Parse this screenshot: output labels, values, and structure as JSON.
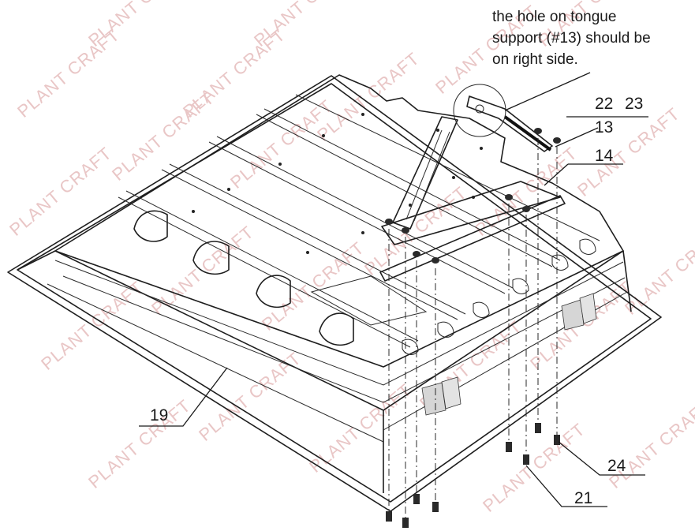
{
  "note": {
    "lines": [
      "the hole on tongue",
      "support (#13) should be",
      "on right side."
    ]
  },
  "callouts": {
    "c19": "19",
    "c13": "13",
    "c14": "14",
    "c21": "21",
    "c22": "22",
    "c23": "23",
    "c24": "24"
  },
  "watermark": {
    "text": "PLANT CRAFT",
    "color": "#e9c6c6"
  },
  "colors": {
    "line": "#1e1e1e",
    "shade": "#d6d6d6",
    "background": "#ffffff"
  }
}
